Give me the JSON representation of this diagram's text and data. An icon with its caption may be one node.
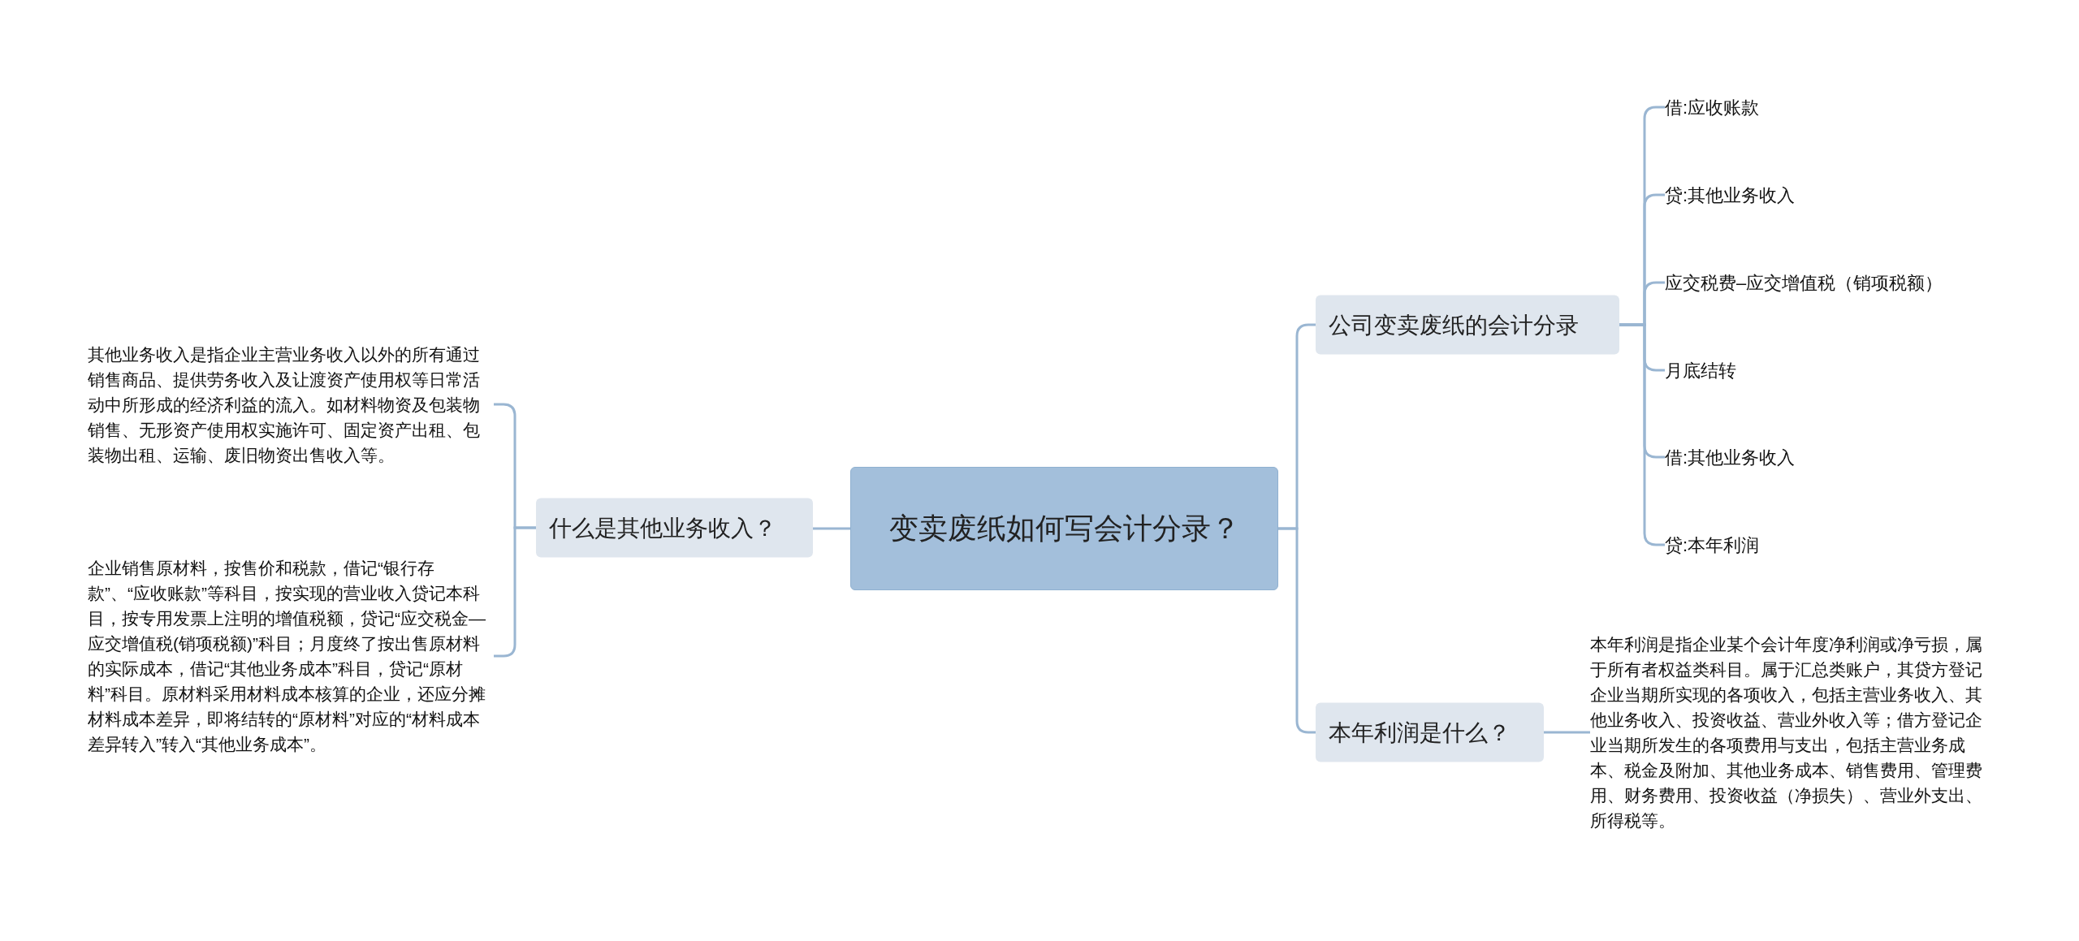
{
  "diagram": {
    "nodes": [
      {
        "text": [
          "变卖废纸如何写会计分录？"
        ]
      },
      {
        "text": [
          "什么是其他业务收入？"
        ]
      },
      {
        "text": [
          "其他业务收入是指企业主营业务收入以外的所有通过销售商品、提供劳务收入及让渡资产使用权等日常活动中所形成的经济利益的流入。如材料物资及包装物销售、无形资产使用权实施许可、固定资产出租、包装物出租、运输、废旧物资出售收入等。"
        ]
      },
      {
        "text": [
          "企业销售原材料，按售价和税款，借记“银行存款”、“应收账款”等科目，按实现的营业收入贷记本科目，按专用发票上注明的增值税额，贷记“应交税金—应交增值税(销项税额)”科目；月度终了按出售原材料的实际成本，借记“其他业务成本”科目，贷记“原材料”科目。原材料采用材料成本核算的企业，还应分摊材料成本差异，即将结转的“原材料”对应的“材料成本差异转入”转入“其他业务成本”。"
        ]
      },
      {
        "text": [
          "公司变卖废纸的会计分录"
        ]
      },
      {
        "text": [
          "借:应收账款"
        ]
      },
      {
        "text": [
          "贷:其他业务收入"
        ]
      },
      {
        "text": [
          "应交税费–应交增值税（销项税额）"
        ]
      },
      {
        "text": [
          "月底结转"
        ]
      },
      {
        "text": [
          "借:其他业务收入"
        ]
      },
      {
        "text": [
          "贷:本年利润"
        ]
      },
      {
        "text": [
          "本年利润是什么？"
        ]
      },
      {
        "text": [
          "本年利润是指企业某个会计年度净利润或净亏损，属于所有者权益类科目。属于汇总类账户，其贷方登记企业当期所实现的各项收入，包括主营业务收入、其他业务收入、投资收益、营业外收入等；借方登记企业当期所发生的各项费用与支出，包括主营业务成本、税金及附加、其他业务成本、销售费用、管理费用、财务费用、投资收益（净损失）、营业外支出、所得税等。"
        ]
      }
    ],
    "edges": [
      {
        "from": 0,
        "to": 1,
        "arrow": "none"
      },
      {
        "from": 1,
        "to": 2,
        "arrow": "none"
      },
      {
        "from": 1,
        "to": 3,
        "arrow": "none"
      },
      {
        "from": 0,
        "to": 4,
        "arrow": "none"
      },
      {
        "from": 4,
        "to": 5,
        "arrow": "none"
      },
      {
        "from": 4,
        "to": 6,
        "arrow": "none"
      },
      {
        "from": 4,
        "to": 7,
        "arrow": "none"
      },
      {
        "from": 4,
        "to": 8,
        "arrow": "none"
      },
      {
        "from": 4,
        "to": 9,
        "arrow": "none"
      },
      {
        "from": 4,
        "to": 10,
        "arrow": "none"
      },
      {
        "from": 0,
        "to": 11,
        "arrow": "none"
      },
      {
        "from": 11,
        "to": 12,
        "arrow": "none"
      }
    ]
  }
}
